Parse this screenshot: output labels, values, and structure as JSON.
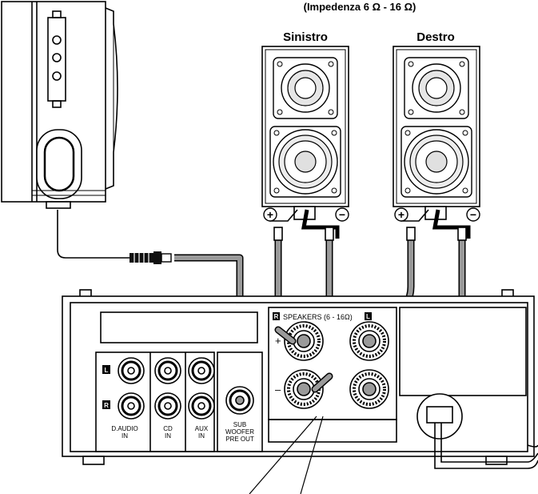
{
  "header": {
    "impedance": "(Impedenza 6 Ω - 16 Ω)",
    "left_speaker": "Sinistro",
    "right_speaker": "Destro"
  },
  "speaker_terminals": {
    "plus": "+",
    "minus": "−"
  },
  "amplifier": {
    "speakers_label": "SPEAKERS (6 - 16Ω)",
    "terminal_r": "R",
    "terminal_l": "L",
    "row_l": "L",
    "row_r": "R",
    "plus": "+",
    "minus": "–",
    "inputs": [
      {
        "line1": "D.AUDIO",
        "line2": "IN"
      },
      {
        "line1": "CD",
        "line2": "IN"
      },
      {
        "line1": "AUX",
        "line2": "IN"
      }
    ],
    "sub_out": {
      "line1": "SUB",
      "line2": "WOOFER",
      "line3": "PRE OUT"
    }
  },
  "colors": {
    "line": "#000000",
    "cable_gray": "#8c8c8c",
    "cable_light": "#d9d9d9",
    "background": "#ffffff"
  }
}
